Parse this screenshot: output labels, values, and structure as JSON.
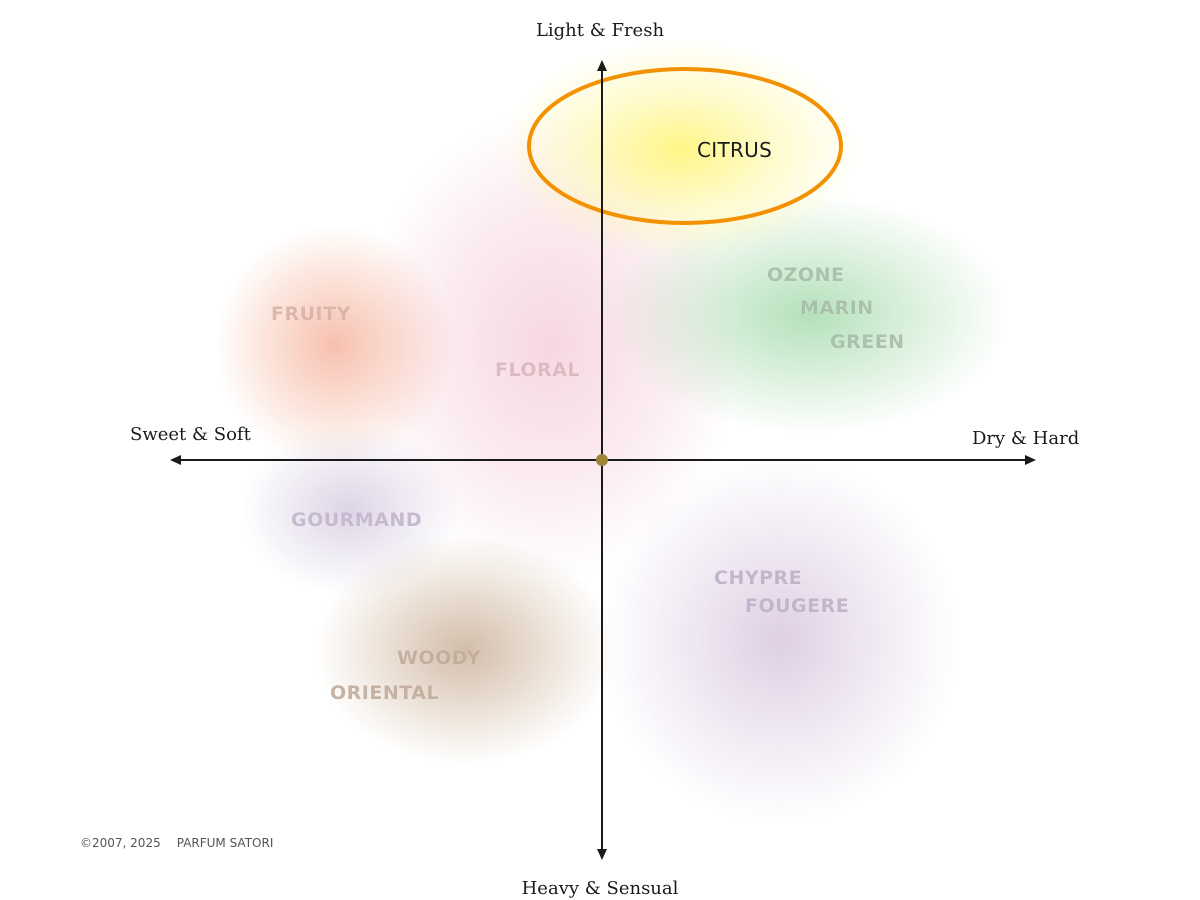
{
  "axes": {
    "top": "Light & Fresh",
    "bottom": "Heavy & Sensual",
    "left": "Sweet & Soft",
    "right": "Dry & Hard"
  },
  "families": {
    "citrus": "CITRUS",
    "ozone": "OZONE",
    "marin": "MARIN",
    "green": "GREEN",
    "fruity": "FRUITY",
    "floral": "FLORAL",
    "gourmand": "GOURMAND",
    "chypre": "CHYPRE",
    "fougere": "FOUGERE",
    "woody": "WOODY",
    "oriental": "ORIENTAL"
  },
  "highlighted_family": "citrus",
  "copyright": {
    "years": "©2007, 2025",
    "brand": "PARFUM SATORI"
  },
  "colors": {
    "highlight_ring": "#F39200",
    "origin_dot": "#9C8438",
    "axis_line": "#1a1a1a",
    "citrus": "#FFF27A",
    "green": "#82CD8C",
    "fruity": "#F08C6E",
    "floral": "#EBA0B9",
    "gourmand": "#B4A0C8",
    "woody": "#AF8764",
    "chypre": "#BEA0C8"
  }
}
